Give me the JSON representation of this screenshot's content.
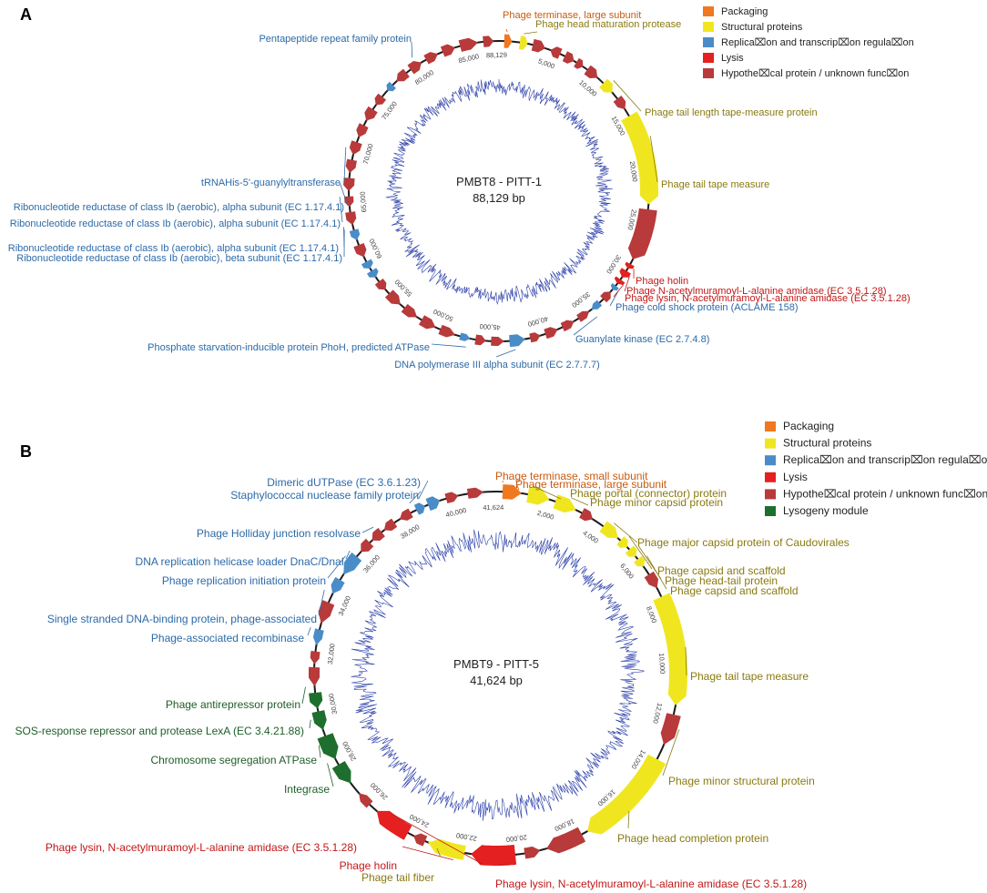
{
  "colors": {
    "packaging": "#f07820",
    "structural": "#f0e620",
    "replication": "#4a8cc8",
    "lysis": "#e42020",
    "hypothetical": "#b83a3a",
    "lysogeny": "#1e6e2e",
    "backbone": "#1a1a1a",
    "gc_trace": "#2a3ea8",
    "lbl_packaging": "#c85a10",
    "lbl_structural": "#8a7a10",
    "lbl_replication": "#2d6aa8",
    "lbl_lysis": "#c01818",
    "lbl_lysogeny": "#1e5e28"
  },
  "panels": [
    {
      "letter": "A",
      "name": "PMBT8 - PITT-1",
      "length_text": "88,129 bp",
      "genome_bp": 88129,
      "legend": [
        {
          "label": "Packaging",
          "cat": "packaging"
        },
        {
          "label": "Structural proteins",
          "cat": "structural"
        },
        {
          "label": "Replica⌧on and transcrip⌧on regula⌧on",
          "cat": "replication"
        },
        {
          "label": "Lysis",
          "cat": "lysis"
        },
        {
          "label": "Hypothe⌧cal protein / unknown func⌧on",
          "cat": "hypothetical"
        }
      ],
      "ticks": [
        "5,000",
        "10,000",
        "15,000",
        "20,000",
        "25,000",
        "30,000",
        "35,000",
        "40,000",
        "45,000",
        "50,000",
        "55,000",
        "60,000",
        "65,000",
        "70,000",
        "75,000",
        "80,000",
        "85,000",
        "88,129"
      ],
      "annotations": [
        {
          "text": "Phage terminase, large subunit",
          "cat": "packaging"
        },
        {
          "text": "Phage head maturation protease",
          "cat": "structural"
        },
        {
          "text": "Pentapeptide repeat family protein",
          "cat": "replication"
        },
        {
          "text": "Phage tail length tape-measure protein",
          "cat": "structural"
        },
        {
          "text": "Phage tail tape measure",
          "cat": "structural"
        },
        {
          "text": "tRNAHis-5'-guanylyltransferase",
          "cat": "replication"
        },
        {
          "text": "Ribonucleotide reductase of class Ib (aerobic), alpha subunit (EC 1.17.4.1)",
          "cat": "replication"
        },
        {
          "text": "Ribonucleotide reductase of class Ib (aerobic), alpha subunit (EC 1.17.4.1)",
          "cat": "replication"
        },
        {
          "text": "Ribonucleotide reductase of class Ib (aerobic), alpha subunit (EC 1.17.4.1)",
          "cat": "replication"
        },
        {
          "text": "Ribonucleotide reductase of class Ib (aerobic), beta subunit (EC 1.17.4.1)",
          "cat": "replication"
        },
        {
          "text": "Phage holin",
          "cat": "lysis"
        },
        {
          "text": "Phage N-acetylmuramoyl-L-alanine amidase (EC 3.5.1.28)",
          "cat": "lysis"
        },
        {
          "text": "Phage lysin, N-acetylmuramoyl-L-alanine amidase (EC 3.5.1.28)",
          "cat": "lysis"
        },
        {
          "text": "Phage cold shock protein (ACLAME 158)",
          "cat": "replication"
        },
        {
          "text": "Phosphate starvation-inducible protein PhoH, predicted ATPase",
          "cat": "replication"
        },
        {
          "text": "Guanylate kinase (EC 2.7.4.8)",
          "cat": "replication"
        },
        {
          "text": "DNA polymerase III alpha subunit (EC 2.7.7.7)",
          "cat": "replication"
        }
      ]
    },
    {
      "letter": "B",
      "name": "PMBT9 - PITT-5",
      "length_text": "41,624 bp",
      "genome_bp": 41624,
      "legend": [
        {
          "label": "Packaging",
          "cat": "packaging"
        },
        {
          "label": "Structural proteins",
          "cat": "structural"
        },
        {
          "label": "Replica⌧on and transcrip⌧on regula⌧on",
          "cat": "replication"
        },
        {
          "label": "Lysis",
          "cat": "lysis"
        },
        {
          "label": "Hypothe⌧cal protein / unknown func⌧on",
          "cat": "hypothetical"
        },
        {
          "label": "Lysogeny module",
          "cat": "lysogeny"
        }
      ],
      "ticks": [
        "2,000",
        "4,000",
        "6,000",
        "8,000",
        "10,000",
        "12,000",
        "14,000",
        "16,000",
        "18,000",
        "20,000",
        "22,000",
        "24,000",
        "26,000",
        "28,000",
        "30,000",
        "32,000",
        "34,000",
        "36,000",
        "38,000",
        "40,000",
        "41,624"
      ],
      "annotations": [
        {
          "text": "Phage terminase, small subunit",
          "cat": "packaging"
        },
        {
          "text": "Phage terminase, large subunit",
          "cat": "packaging"
        },
        {
          "text": "Phage portal (connector) protein",
          "cat": "structural"
        },
        {
          "text": "Phage minor capsid protein",
          "cat": "structural"
        },
        {
          "text": "Dimeric dUTPase (EC 3.6.1.23)",
          "cat": "replication"
        },
        {
          "text": "Staphylococcal nuclease family protein",
          "cat": "replication"
        },
        {
          "text": "Phage Holliday junction resolvase",
          "cat": "replication"
        },
        {
          "text": "DNA replication helicase loader DnaC/DnaI",
          "cat": "replication"
        },
        {
          "text": "Phage replication initiation protein",
          "cat": "replication"
        },
        {
          "text": "Single stranded DNA-binding protein, phage-associated",
          "cat": "replication"
        },
        {
          "text": "Phage-associated recombinase",
          "cat": "replication"
        },
        {
          "text": "Phage major capsid protein of Caudovirales",
          "cat": "structural"
        },
        {
          "text": "Phage capsid and scaffold",
          "cat": "structural"
        },
        {
          "text": "Phage head-tail protein",
          "cat": "structural"
        },
        {
          "text": "Phage capsid and scaffold",
          "cat": "structural"
        },
        {
          "text": "Phage tail tape measure",
          "cat": "structural"
        },
        {
          "text": "Phage antirepressor protein",
          "cat": "lysogeny"
        },
        {
          "text": "SOS-response repressor and protease LexA (EC 3.4.21.88)",
          "cat": "lysogeny"
        },
        {
          "text": "Chromosome segregation ATPase",
          "cat": "lysogeny"
        },
        {
          "text": "Integrase",
          "cat": "lysogeny"
        },
        {
          "text": "Phage minor structural protein",
          "cat": "structural"
        },
        {
          "text": "Phage head completion protein",
          "cat": "structural"
        },
        {
          "text": "Phage lysin, N-acetylmuramoyl-L-alanine amidase (EC 3.5.1.28)",
          "cat": "lysis"
        },
        {
          "text": "Phage holin",
          "cat": "lysis"
        },
        {
          "text": "Phage tail fiber",
          "cat": "structural"
        },
        {
          "text": "Phage lysin, N-acetylmuramoyl-L-alanine amidase (EC 3.5.1.28)",
          "cat": "lysis"
        }
      ]
    }
  ]
}
